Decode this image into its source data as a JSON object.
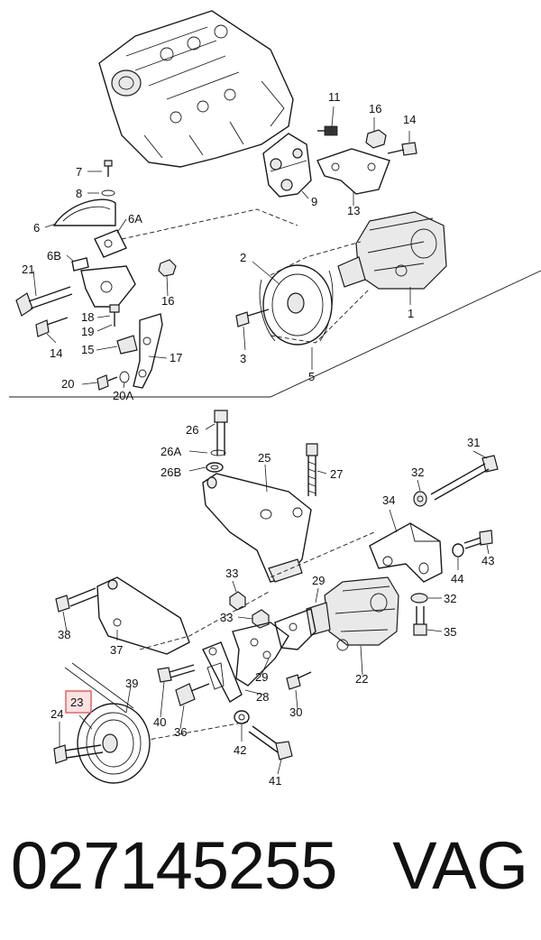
{
  "callouts": {
    "c1": "1",
    "c2": "2",
    "c3": "3",
    "c5": "5",
    "c6": "6",
    "c6A": "6A",
    "c6B": "6B",
    "c7": "7",
    "c8": "8",
    "c9": "9",
    "c11": "11",
    "c13": "13",
    "c14a": "14",
    "c14b": "14",
    "c15": "15",
    "c16a": "16",
    "c16b": "16",
    "c17": "17",
    "c18": "18",
    "c19": "19",
    "c20": "20",
    "c20A": "20A",
    "c21": "21",
    "c22": "22",
    "c23": "23",
    "c24": "24",
    "c25": "25",
    "c26": "26",
    "c26A": "26A",
    "c26B": "26B",
    "c27": "27",
    "c28": "28",
    "c29a": "29",
    "c29b": "29",
    "c30": "30",
    "c31": "31",
    "c32a": "32",
    "c32b": "32",
    "c33a": "33",
    "c33b": "33",
    "c34": "34",
    "c35": "35",
    "c36": "36",
    "c37": "37",
    "c38": "38",
    "c39": "39",
    "c40": "40",
    "c41": "41",
    "c42": "42",
    "c43": "43",
    "c44": "44"
  },
  "highlight_color": "#e05a5a",
  "footer": {
    "part_number": "027145255",
    "brand": "VAG"
  }
}
